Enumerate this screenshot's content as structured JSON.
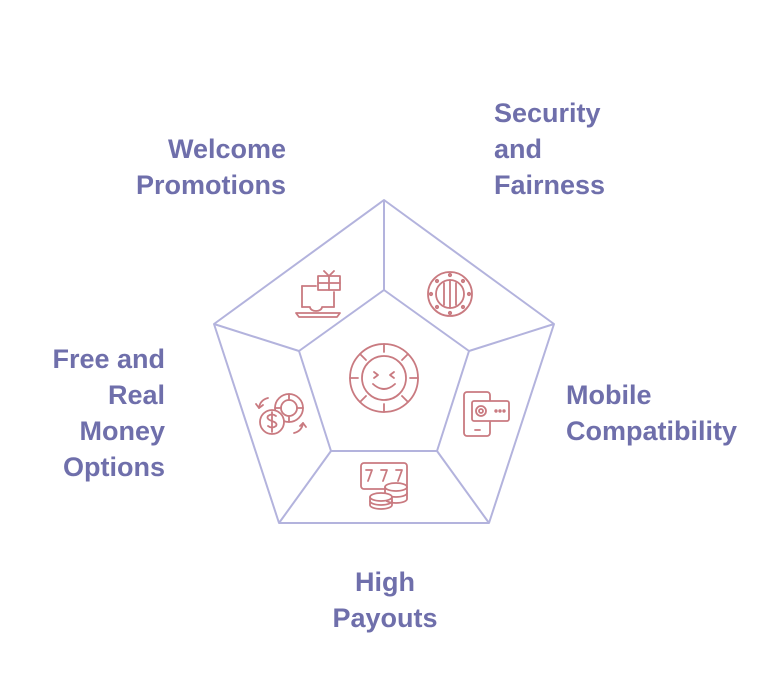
{
  "colors": {
    "outline": "#b3b3dd",
    "icon": "#c97a80",
    "label": "#6f6fab",
    "background": "#ffffff"
  },
  "segments": [
    {
      "id": "welcome",
      "label": "Welcome\nPromotions",
      "icon": "laptop-gift-icon"
    },
    {
      "id": "security",
      "label": "Security\nand\nFairness",
      "icon": "vault-shield-icon"
    },
    {
      "id": "mobile",
      "label": "Mobile\nCompatibility",
      "icon": "mobile-card-icon"
    },
    {
      "id": "payouts",
      "label": "High\nPayouts",
      "icon": "slot-coins-icon"
    },
    {
      "id": "free",
      "label": "Free and\nReal\nMoney\nOptions",
      "icon": "chip-dollar-exchange-icon"
    }
  ],
  "center": {
    "icon": "casino-chip-smile-icon"
  }
}
